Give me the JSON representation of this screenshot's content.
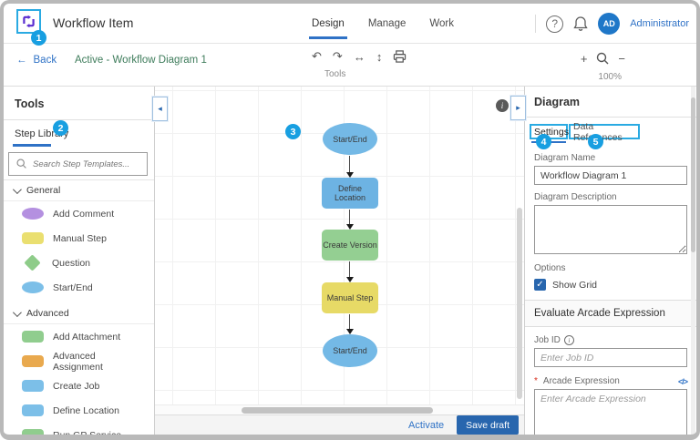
{
  "header": {
    "app_title": "Workflow Item",
    "nav": [
      {
        "label": "Design"
      },
      {
        "label": "Manage"
      },
      {
        "label": "Work"
      }
    ],
    "user": {
      "initials": "AD",
      "name": "Administrator"
    }
  },
  "toolbar": {
    "back_label": "Back",
    "back_arrow": "←",
    "diagram_status": "Active - Workflow Diagram 1",
    "tools_label": "Tools",
    "icon_glyphs": {
      "undo": "↶",
      "redo": "↷",
      "align_horizontal": "↔",
      "align_vertical": "↕"
    },
    "zoom_in": "+",
    "zoom_out": "−",
    "zoom_level": "100%"
  },
  "callouts": {
    "1": "1",
    "2": "2",
    "3": "3",
    "4": "4",
    "5": "5"
  },
  "sidebar": {
    "title": "Tools",
    "tab_label": "Step Library",
    "search_placeholder": "Search Step Templates...",
    "sections": [
      {
        "label": "General",
        "items": [
          {
            "label": "Add Comment",
            "shape": "ellipse",
            "color": "#b490e0"
          },
          {
            "label": "Manual Step",
            "shape": "rect",
            "color": "#eadf70"
          },
          {
            "label": "Question",
            "shape": "diamond",
            "color": "#8ecc89"
          },
          {
            "label": "Start/End",
            "shape": "ellipse",
            "color": "#7cbfe8"
          }
        ]
      },
      {
        "label": "Advanced",
        "items": [
          {
            "label": "Add Attachment",
            "shape": "rect",
            "color": "#90cd8e"
          },
          {
            "label": "Advanced Assignment",
            "shape": "rect",
            "color": "#e9a94e"
          },
          {
            "label": "Create Job",
            "shape": "rect",
            "color": "#7cbfe8"
          },
          {
            "label": "Define Location",
            "shape": "rect",
            "color": "#7cbfe8"
          },
          {
            "label": "Run GP Service",
            "shape": "rect",
            "color": "#90cd8e"
          }
        ]
      }
    ]
  },
  "canvas": {
    "nodes": [
      {
        "label": "Start/End",
        "shape": "ellipse",
        "color": "#74b9e6"
      },
      {
        "label": "Define Location",
        "shape": "rect",
        "color": "#6db3e3"
      },
      {
        "label": "Create Version",
        "shape": "rect",
        "color": "#94cf92"
      },
      {
        "label": "Manual Step",
        "shape": "rect",
        "color": "#e7da66"
      },
      {
        "label": "Start/End",
        "shape": "ellipse",
        "color": "#74b9e6"
      }
    ],
    "info_glyph": "i"
  },
  "footer": {
    "activate_label": "Activate",
    "save_label": "Save draft"
  },
  "panel": {
    "title": "Diagram",
    "tabs": [
      {
        "label": "Settings"
      },
      {
        "label": "Data References"
      }
    ],
    "diagram_name_label": "Diagram Name",
    "diagram_name_value": "Workflow Diagram 1",
    "diagram_description_label": "Diagram Description",
    "options_label": "Options",
    "checkmark": "✓",
    "show_grid_label": "Show Grid",
    "section_title": "Evaluate Arcade Expression",
    "job_id_label": "Job ID",
    "job_id_placeholder": "Enter Job ID",
    "required_mark": "*",
    "arcade_label": "Arcade Expression",
    "arcade_placeholder": "Enter Arcade Expression",
    "code_icon_glyph": "</>"
  },
  "colors": {
    "accent_blue": "#2f72c6",
    "badge_blue": "#189fe1",
    "button_blue": "#2866ae",
    "status_green": "#3e7c5b",
    "callout_border": "#2aaae2"
  }
}
